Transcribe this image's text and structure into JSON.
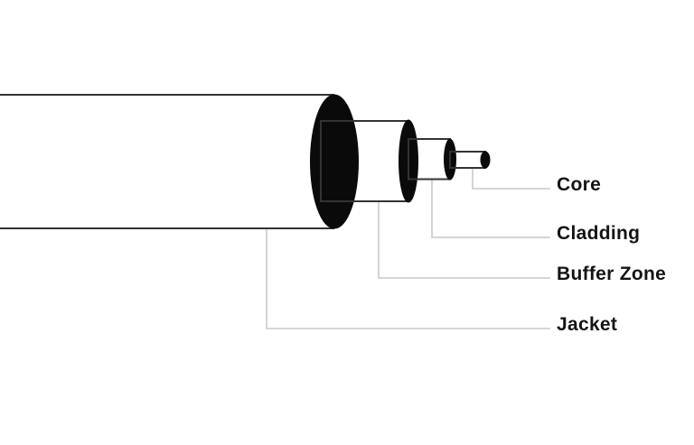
{
  "colors": {
    "background": "#ffffff",
    "outline": "#333333",
    "fill_solid": "#0a0a0a",
    "leader_line": "#c9c9c9",
    "label_text": "#141414"
  },
  "diagram": {
    "labels": [
      {
        "id": "core",
        "text": "Core"
      },
      {
        "id": "cladding",
        "text": "Cladding"
      },
      {
        "id": "buffer_zone",
        "text": "Buffer Zone"
      },
      {
        "id": "jacket",
        "text": "Jacket"
      }
    ]
  }
}
